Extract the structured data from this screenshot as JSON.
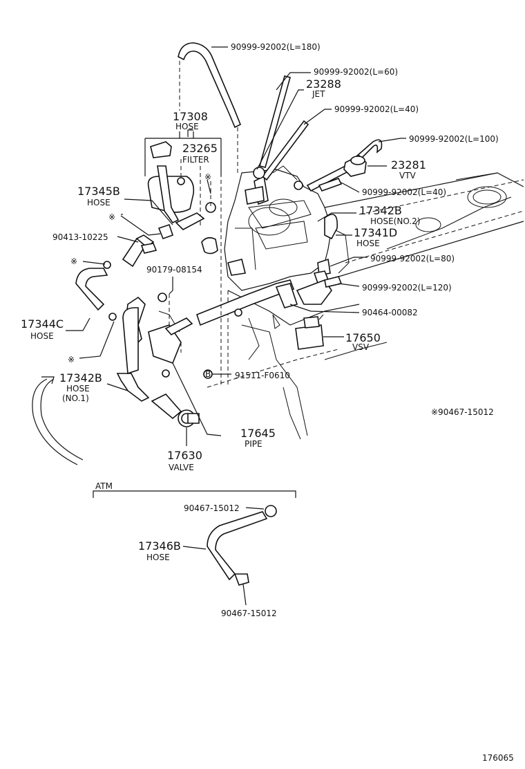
{
  "labels": {
    "p1": "90999-92002(L=180)",
    "p2": "90999-92002(L=60)",
    "p3_num": "23288",
    "p3_name": "JET",
    "p4": "90999-92002(L=40)",
    "p5": "90999-92002(L=100)",
    "p6_num": "23281",
    "p6_name": "VTV",
    "p7": "90999-92002(L=40)",
    "p8_num": "17342B",
    "p8_name": "HOSE(NO.2)",
    "p9_num": "17341D",
    "p9_name": "HOSE",
    "p10": "90999-92002(L=80)",
    "p11": "90999-92002(L=120)",
    "p12": "90464-00082",
    "p13_num": "17650",
    "p13_name": "VSV",
    "p14": "91511-F0610",
    "p15": "※90467-15012",
    "p16_num": "17308",
    "p16_name": "HOSE",
    "p17_num": "23265",
    "p17_name": "FILTER",
    "p18_num": "17345B",
    "p18_name": "HOSE",
    "p19": "90413-10225",
    "p20": "90179-08154",
    "p21_num": "17344C",
    "p21_name": "HOSE",
    "p22_num": "17342B",
    "p22_name": "HOSE",
    "p22_sub": "(NO.1)",
    "p23_num": "17645",
    "p23_name": "PIPE",
    "p24_num": "17630",
    "p24_name": "VALVE",
    "atm": "ATM",
    "p25": "90467-15012",
    "p26_num": "17346B",
    "p26_name": "HOSE",
    "p27": "90467-15012",
    "mark": "※",
    "bolt_mark": "B",
    "fig_no": "176065"
  }
}
